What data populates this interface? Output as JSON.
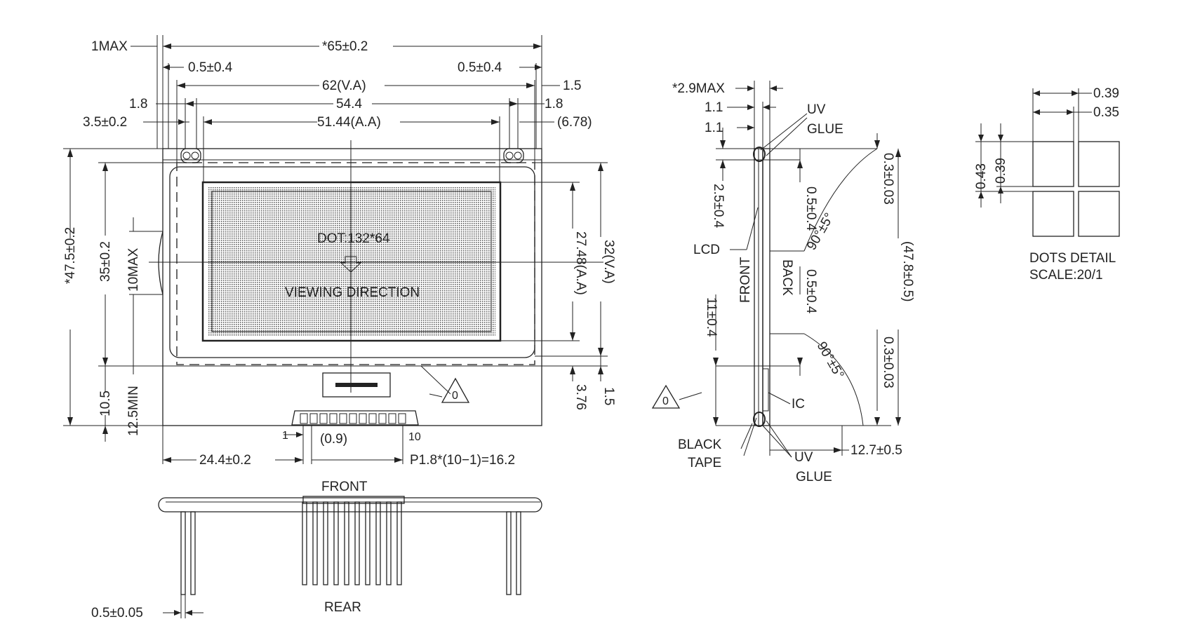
{
  "front_view": {
    "max1": "1MAX",
    "width_total": "*65±0.2",
    "offset_left": "0.5±0.4",
    "offset_right": "0.5±0.4",
    "va_width": "62(V.A)",
    "right_margin": "1.5",
    "edge_left": "1.8",
    "pitch_54": "54.4",
    "edge_right": "1.8",
    "pin_offset": "3.5±0.2",
    "aa_width": "51.44(A.A)",
    "ref_678": "(6.78)",
    "dot_label": "DOT:132*64",
    "viewing_direction": "VIEWING  DIRECTION",
    "height_total": "*47.5±0.2",
    "height_35": "35±0.2",
    "max10": "10MAX",
    "aa_height": "27.48(A.A)",
    "va_height": "32(V.A)",
    "h_105": "10.5",
    "min_125": "12.5MIN",
    "h_376": "3.76",
    "h_15": "1.5",
    "pin_first": "1",
    "pin_pitch": "(0.9)",
    "pin_last": "10",
    "pin_dist": "24.4±0.2",
    "pin_formula": "P1.8*(10−1)=16.2",
    "rev_mark": "0"
  },
  "bottom_view": {
    "front": "FRONT",
    "rear": "REAR",
    "pin_dia": "0.5±0.05"
  },
  "side_view": {
    "max29": "*2.9MAX",
    "d11a": "1.1",
    "d11b": "1.1",
    "uv_glue_top_1": "UV",
    "uv_glue_top_2": "GLUE",
    "d25": "2.5±0.4",
    "d05a": "0.5±0.4",
    "d03a": "0.3±0.03",
    "angle_a": "90°±5°",
    "lcd": "LCD",
    "front": "FRONT",
    "back": "BACK",
    "d05b": "0.5±0.4",
    "d478": "(47.8±0.5)",
    "d11c": "11±0.4",
    "angle_b": "90°±5°",
    "d03b": "0.3±0.03",
    "ic": "IC",
    "rev_mark": "0",
    "black_tape_1": "BLACK",
    "black_tape_2": "TAPE",
    "uv_glue_bot_1": "UV",
    "uv_glue_bot_2": "GLUE",
    "d127": "12.7±0.5"
  },
  "dots_detail": {
    "d039_top": "0.39",
    "d035": "0.35",
    "d043": "0.43",
    "d039_left": "0.39",
    "title": "DOTS  DETAIL",
    "scale": "SCALE:20/1"
  }
}
